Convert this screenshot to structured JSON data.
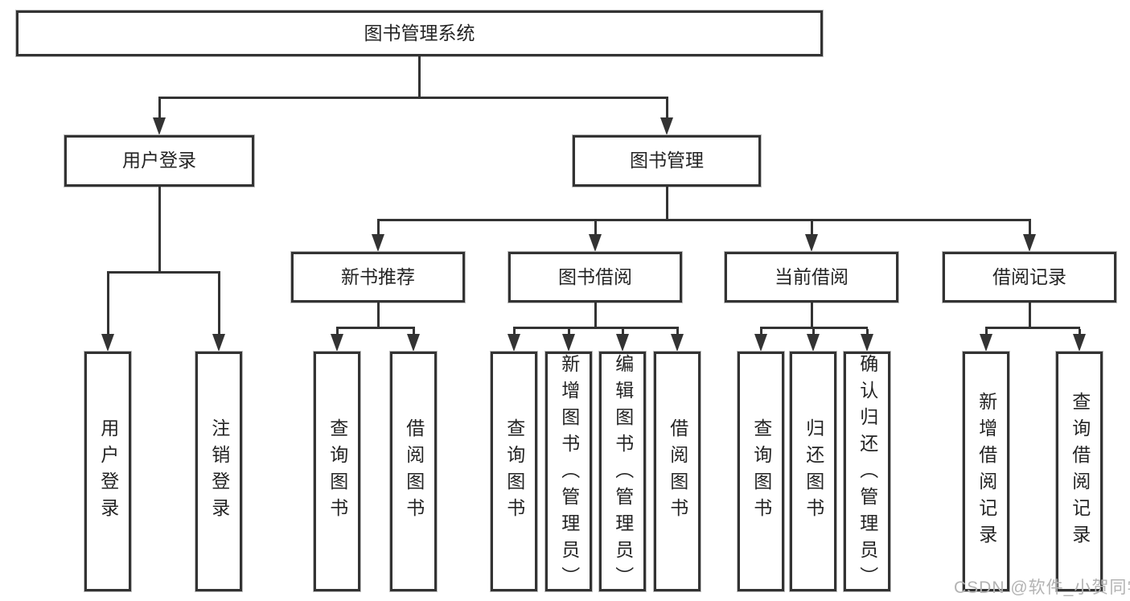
{
  "diagram": {
    "tree": {
      "label": "图书管理系统",
      "children": [
        {
          "label": "用户登录",
          "children": [
            {
              "label": "用户登录"
            },
            {
              "label": "注销登录"
            }
          ]
        },
        {
          "label": "图书管理",
          "children": [
            {
              "label": "新书推荐",
              "children": [
                {
                  "label": "查询图书"
                },
                {
                  "label": "借阅图书"
                }
              ]
            },
            {
              "label": "图书借阅",
              "children": [
                {
                  "label": "查询图书"
                },
                {
                  "label": "新增图书（管理员）"
                },
                {
                  "label": "编辑图书（管理员）"
                },
                {
                  "label": "借阅图书"
                }
              ]
            },
            {
              "label": "当前借阅",
              "children": [
                {
                  "label": "查询图书"
                },
                {
                  "label": "归还图书"
                },
                {
                  "label": "确认归还（管理员）"
                }
              ]
            },
            {
              "label": "借阅记录",
              "children": [
                {
                  "label": "新增借阅记录"
                },
                {
                  "label": "查询借阅记录"
                }
              ]
            }
          ]
        }
      ]
    },
    "colors": {
      "line": "#333333",
      "box_background": "#ffffff",
      "text": "#242424",
      "watermark": "#b3b3b3"
    }
  },
  "watermark": {
    "text": "CSDN @软件_小贺同学"
  }
}
